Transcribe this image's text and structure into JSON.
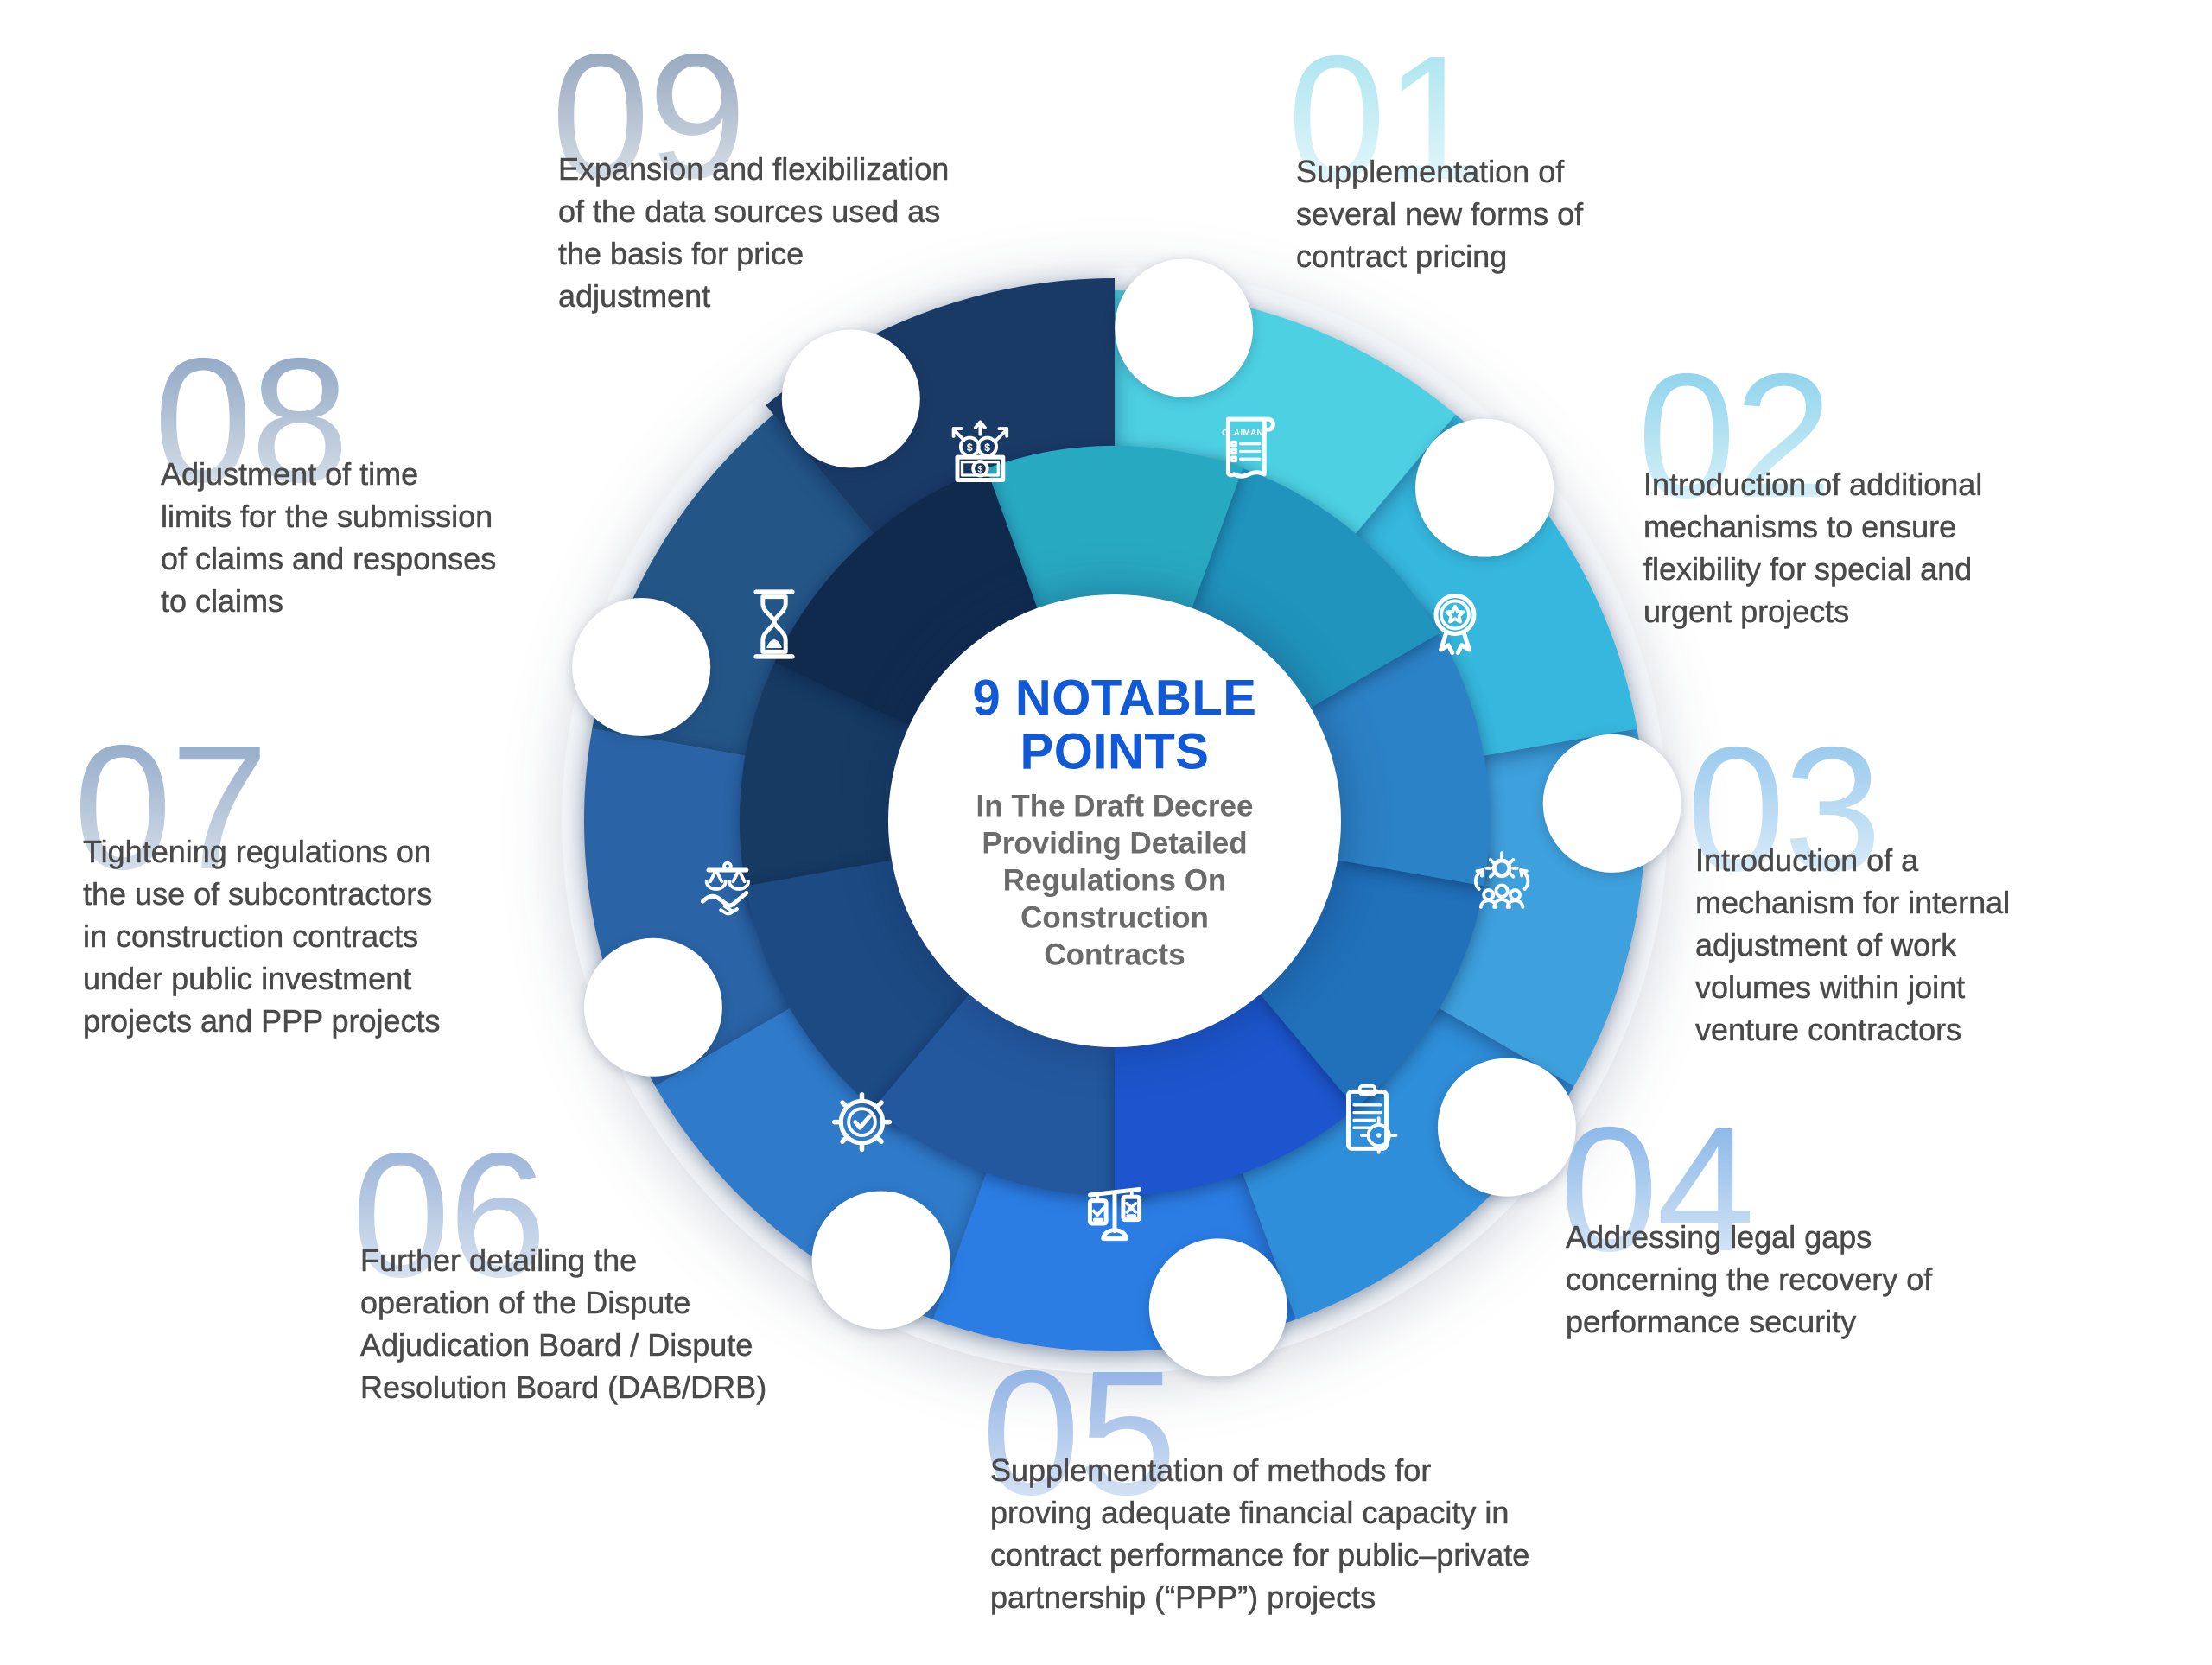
{
  "theme": {
    "background": "#ffffff",
    "text_color": "#4a4a4a",
    "backdrop_color": "#f1f4f7",
    "notch_color": "#ffffff",
    "center_circle_color": "#ffffff",
    "icon_color": "#ffffff"
  },
  "center": {
    "title_line1": "9 NOTABLE",
    "title_line2": "POINTS",
    "title_color": "#1159d6",
    "subtitle_color": "#6b6b6b",
    "subtitle_lines": [
      "In The Draft Decree",
      "Providing Detailed",
      "Regulations On",
      "Construction",
      "Contracts"
    ]
  },
  "wheel": {
    "segments": [
      {
        "number": "01",
        "icon": "claimant-scroll-icon",
        "icon_label": "CLAIMANT",
        "color": "#4dd0e2",
        "inner_color": "#28a9c2",
        "number_gradient": [
          "#a5e2ef",
          "#ecfafc"
        ],
        "lines": [
          "Supplementation of",
          "several new forms of",
          "contract pricing"
        ]
      },
      {
        "number": "02",
        "icon": "award-ribbon-icon",
        "icon_label": "",
        "color": "#36b7dd",
        "inner_color": "#2094bd",
        "number_gradient": [
          "#84cfea",
          "#e3f6fb"
        ],
        "lines": [
          "Introduction of additional",
          "mechanisms to ensure",
          "flexibility for special and",
          "urgent projects"
        ]
      },
      {
        "number": "03",
        "icon": "team-gear-icon",
        "icon_label": "",
        "color": "#3ea0dd",
        "inner_color": "#2c82c6",
        "number_gradient": [
          "#8ec4ec",
          "#e6f2fb"
        ],
        "lines": [
          "Introduction of a",
          "mechanism for internal",
          "adjustment of work",
          "volumes within joint",
          "venture contractors"
        ]
      },
      {
        "number": "04",
        "icon": "clipboard-target-icon",
        "icon_label": "",
        "color": "#2f8ed9",
        "inner_color": "#2070ba",
        "number_gradient": [
          "#7fb0e6",
          "#e0ecf8"
        ],
        "lines": [
          "Addressing legal gaps",
          "concerning the recovery of",
          "performance security"
        ]
      },
      {
        "number": "05",
        "icon": "balance-check-x-icon",
        "icon_label": "",
        "color": "#2b7de4",
        "inner_color": "#1c55cd",
        "number_gradient": [
          "#86abe2",
          "#e1eaf7"
        ],
        "lines": [
          "Supplementation of methods for",
          "proving adequate financial capacity in",
          "contract performance for public–private",
          "partnership (“PPP”) projects"
        ]
      },
      {
        "number": "06",
        "icon": "gear-check-icon",
        "icon_label": "",
        "color": "#2f7bca",
        "inner_color": "#23589e",
        "number_gradient": [
          "#93aed6",
          "#e4ebf4"
        ],
        "lines": [
          "Further detailing the",
          "operation of the Dispute",
          "Adjudication Board / Dispute",
          "Resolution Board (DAB/DRB)"
        ]
      },
      {
        "number": "07",
        "icon": "justice-handshake-icon",
        "icon_label": "",
        "color": "#2a64a6",
        "inner_color": "#1c4a82",
        "number_gradient": [
          "#8aa4c4",
          "#e2e8f0"
        ],
        "lines": [
          "Tightening regulations on",
          "the use of subcontractors",
          "in construction contracts",
          "under public investment",
          "projects and PPP projects"
        ]
      },
      {
        "number": "08",
        "icon": "hourglass-icon",
        "icon_label": "",
        "color": "#235586",
        "inner_color": "#163a62",
        "number_gradient": [
          "#87a0bf",
          "#e1e7ee"
        ],
        "lines": [
          "Adjustment of time",
          "limits for the submission",
          "of claims and responses",
          "to claims"
        ]
      },
      {
        "number": "09",
        "icon": "money-distribution-icon",
        "icon_label": "",
        "color": "#1a3a66",
        "inner_color": "#102a4d",
        "number_gradient": [
          "#8c9fb8",
          "#e2e7ed"
        ],
        "lines": [
          "Expansion and flexibilization",
          "of the data sources used as",
          "the basis for price",
          "adjustment"
        ]
      }
    ]
  }
}
